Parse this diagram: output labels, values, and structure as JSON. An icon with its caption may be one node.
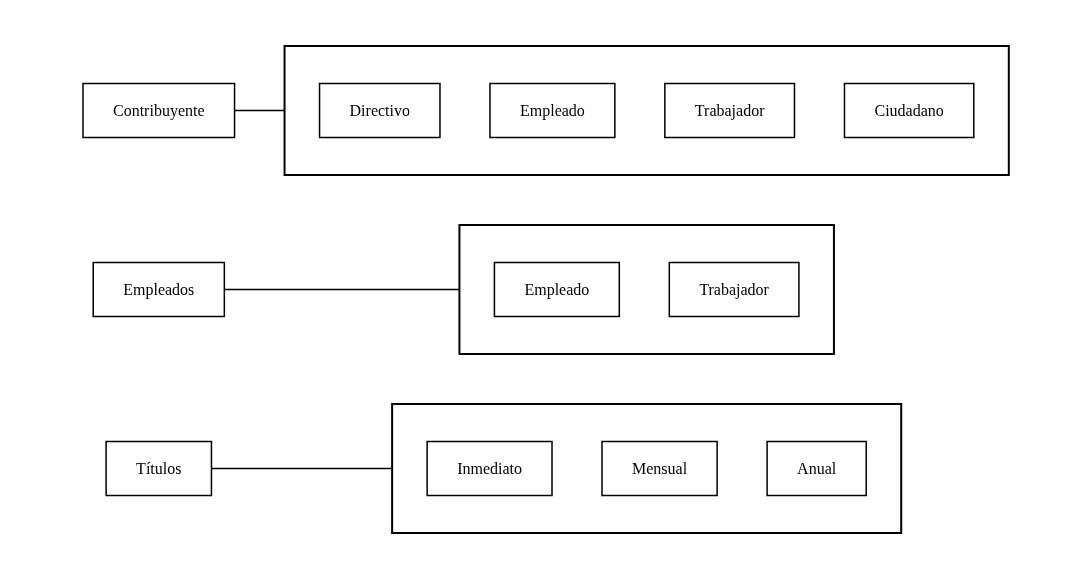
{
  "diagram": {
    "nodes": [
      {
        "text": [
          "Contribuyente"
        ]
      },
      {
        "text": [],
        "shape": "box"
      },
      {
        "text": [
          "Directivo"
        ],
        "in": 1
      },
      {
        "text": [
          "Empleado"
        ],
        "in": 1
      },
      {
        "text": [
          "Trabajador"
        ],
        "in": 1
      },
      {
        "text": [
          "Ciudadano"
        ],
        "in": 1
      },
      {
        "text": [
          "Empleados"
        ]
      },
      {
        "text": [],
        "shape": "box"
      },
      {
        "text": [
          "Empleado"
        ],
        "in": 7
      },
      {
        "text": [
          "Trabajador"
        ],
        "in": 7
      },
      {
        "text": [
          "Títulos"
        ]
      },
      {
        "text": [],
        "shape": "box"
      },
      {
        "text": [
          "Inmediato"
        ],
        "in": 11
      },
      {
        "text": [
          "Mensual"
        ],
        "in": 11
      },
      {
        "text": [
          "Anual"
        ],
        "in": 11
      }
    ],
    "edges": [
      {
        "from": 0,
        "to": 1,
        "arrow": "none"
      },
      {
        "from": 6,
        "to": 7,
        "arrow": "none"
      },
      {
        "from": 10,
        "to": 11,
        "arrow": "none"
      }
    ]
  }
}
